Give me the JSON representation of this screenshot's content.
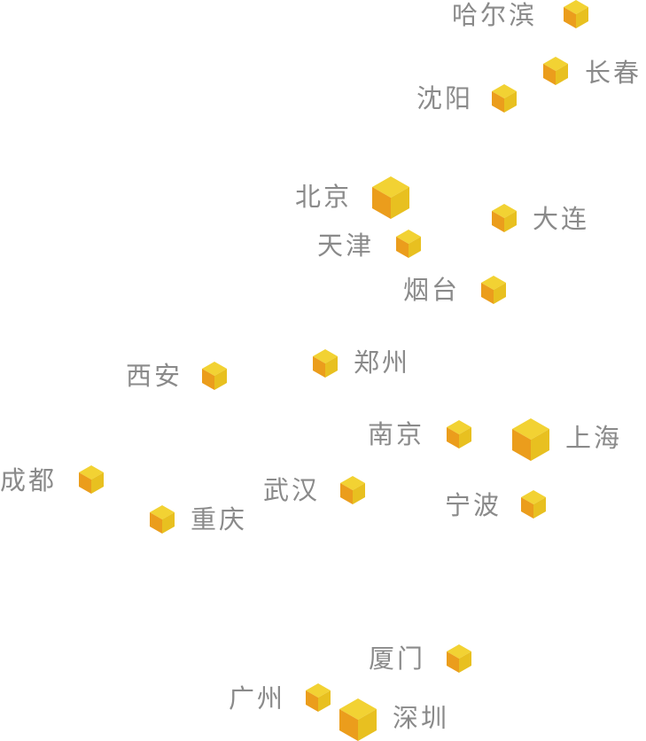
{
  "colors": {
    "cube_top": "#f2d233",
    "cube_left": "#eb9d1c",
    "cube_right": "#e8c020",
    "label": "#8a8a8a"
  },
  "cities": [
    {
      "name": "哈尔滨",
      "size": "small"
    },
    {
      "name": "长春",
      "size": "small"
    },
    {
      "name": "沈阳",
      "size": "small"
    },
    {
      "name": "北京",
      "size": "large"
    },
    {
      "name": "大连",
      "size": "small"
    },
    {
      "name": "天津",
      "size": "small"
    },
    {
      "name": "烟台",
      "size": "small"
    },
    {
      "name": "西安",
      "size": "small"
    },
    {
      "name": "郑州",
      "size": "small"
    },
    {
      "name": "南京",
      "size": "small"
    },
    {
      "name": "上海",
      "size": "large"
    },
    {
      "name": "成都",
      "size": "small"
    },
    {
      "name": "武汉",
      "size": "small"
    },
    {
      "name": "重庆",
      "size": "small"
    },
    {
      "name": "宁波",
      "size": "small"
    },
    {
      "name": "厦门",
      "size": "small"
    },
    {
      "name": "广州",
      "size": "small"
    },
    {
      "name": "深圳",
      "size": "large"
    }
  ]
}
